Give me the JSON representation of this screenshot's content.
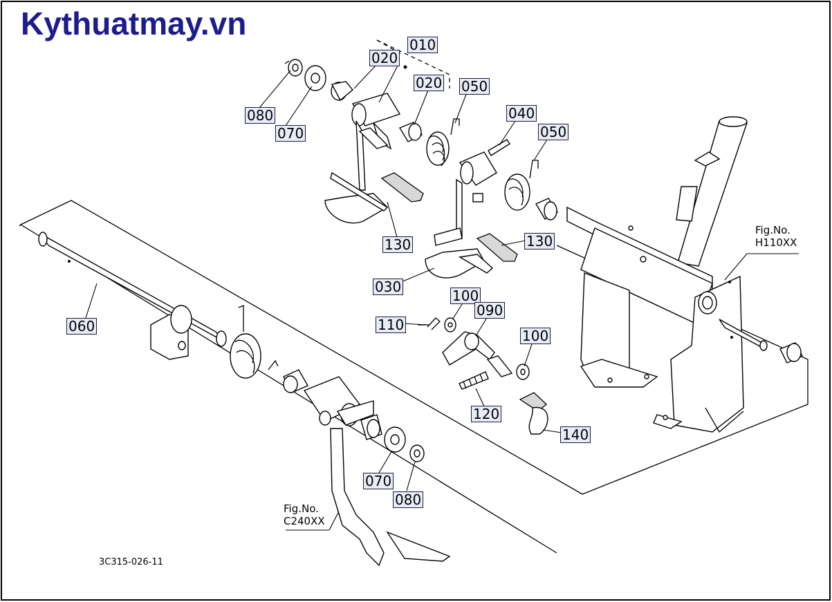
{
  "site": {
    "title": "Kythuatmay.vn"
  },
  "callouts": [
    {
      "id": "c010",
      "label": "010"
    },
    {
      "id": "c020a",
      "label": "020"
    },
    {
      "id": "c020b",
      "label": "020"
    },
    {
      "id": "c050a",
      "label": "050"
    },
    {
      "id": "c040",
      "label": "040"
    },
    {
      "id": "c050b",
      "label": "050"
    },
    {
      "id": "c080a",
      "label": "080"
    },
    {
      "id": "c070a",
      "label": "070"
    },
    {
      "id": "c130a",
      "label": "130"
    },
    {
      "id": "c130b",
      "label": "130"
    },
    {
      "id": "c030",
      "label": "030"
    },
    {
      "id": "c100a",
      "label": "100"
    },
    {
      "id": "c090",
      "label": "090"
    },
    {
      "id": "c110",
      "label": "110"
    },
    {
      "id": "c100b",
      "label": "100"
    },
    {
      "id": "c120",
      "label": "120"
    },
    {
      "id": "c140",
      "label": "140"
    },
    {
      "id": "c060",
      "label": "060"
    },
    {
      "id": "c070b",
      "label": "070"
    },
    {
      "id": "c080b",
      "label": "080"
    }
  ],
  "figrefs": {
    "right": {
      "line1": "Fig.No.",
      "line2": "H110XX"
    },
    "bottom": {
      "line1": "Fig.No.",
      "line2": "C240XX"
    }
  },
  "drawing_code": "3C315-026-11"
}
